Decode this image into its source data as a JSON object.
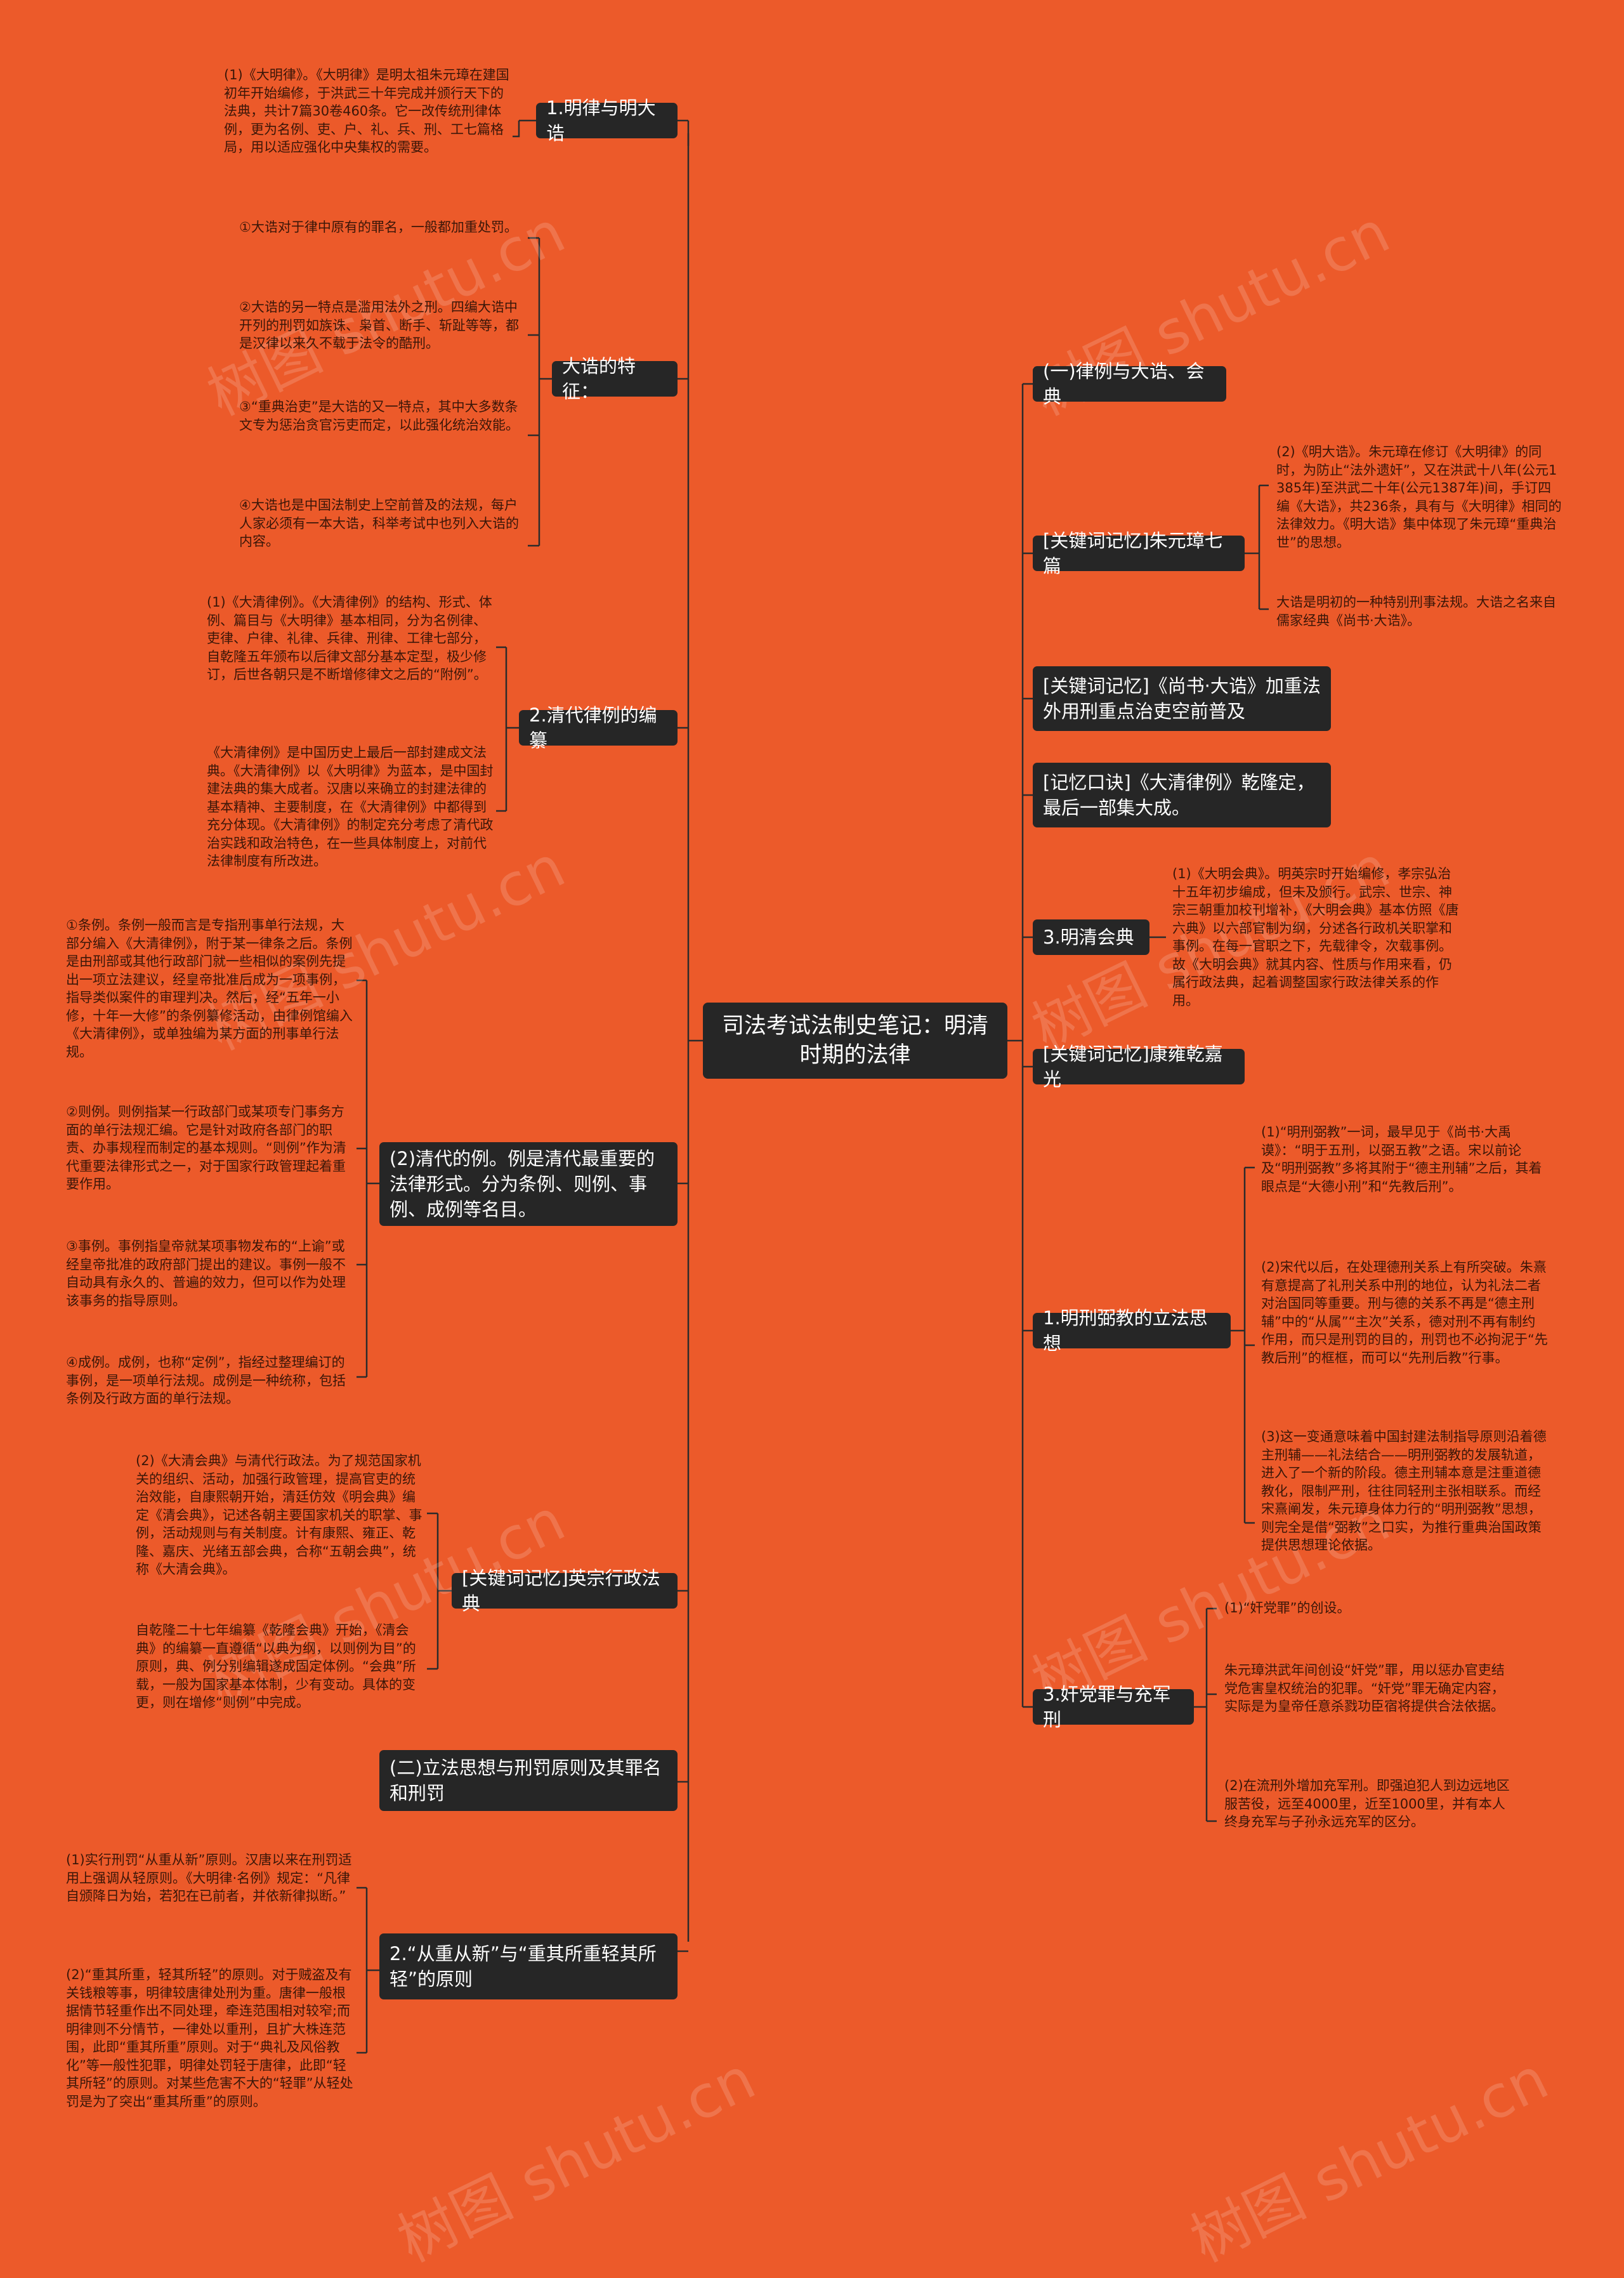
{
  "root": "司法考试法制史笔记：明清时期的法律",
  "left": {
    "branch1": {
      "label": "1.明律与明大诰",
      "text": "(1)《大明律》。《大明律》是明太祖朱元璋在建国初年开始编修，于洪武三十年完成并颁行天下的法典，共计7篇30卷460条。它一改传统刑律体例，更为名例、吏、户、礼、兵、刑、工七篇格局，用以适应强化中央集权的需要。"
    },
    "dagao": {
      "label": "大诰的特征：",
      "items": [
        "①大诰对于律中原有的罪名，一般都加重处罚。",
        "②大诰的另一特点是滥用法外之刑。四编大诰中开列的刑罚如族诛、枭首、断手、斩趾等等，都是汉律以来久不载于法令的酷刑。",
        "③“重典治吏”是大诰的又一特点，其中大多数条文专为惩治贪官污吏而定，以此强化统治效能。",
        "④大诰也是中国法制史上空前普及的法规，每户人家必须有一本大诰，科举考试中也列入大诰的内容。"
      ]
    },
    "qing": {
      "label": "2.清代律例的编纂",
      "items": [
        "(1)《大清律例》。《大清律例》的结构、形式、体例、篇目与《大明律》基本相同，分为名例律、吏律、户律、礼律、兵律、刑律、工律七部分，自乾隆五年颁布以后律文部分基本定型，极少修订，后世各朝只是不断增修律文之后的“附例”。",
        "《大清律例》是中国历史上最后一部封建成文法典。《大清律例》以《大明律》为蓝本，是中国封建法典的集大成者。汉唐以来确立的封建法律的基本精神、主要制度，在《大清律例》中都得到充分体现。《大清律例》的制定充分考虑了清代政治实践和政治特色，在一些具体制度上，对前代法律制度有所改进。"
      ]
    },
    "li": {
      "label": "(2)清代的例。例是清代最重要的法律形式。分为条例、则例、事例、成例等名目。",
      "items": [
        "①条例。条例一般而言是专指刑事单行法规，大部分编入《大清律例》，附于某一律条之后。条例是由刑部或其他行政部门就一些相似的案例先提出一项立法建议，经皇帝批准后成为一项事例，指导类似案件的审理判决。然后，经“五年一小修，十年一大修”的条例纂修活动，由律例馆编入《大清律例》，或单独编为某方面的刑事单行法规。",
        "②则例。则例指某一行政部门或某项专门事务方面的单行法规汇编。它是针对政府各部门的职责、办事规程而制定的基本规则。“则例”作为清代重要法律形式之一，对于国家行政管理起着重要作用。",
        "③事例。事例指皇帝就某项事物发布的“上谕”或经皇帝批准的政府部门提出的建议。事例一般不自动具有永久的、普遍的效力，但可以作为处理该事务的指导原则。",
        "④成例。成例，也称“定例”，指经过整理编订的事例，是一项单行法规。成例是一种统称，包括条例及行政方面的单行法规。"
      ]
    },
    "yingzong": {
      "label": "[关键词记忆]英宗行政法典",
      "items": [
        "(2)《大清会典》与清代行政法。为了规范国家机关的组织、活动，加强行政管理，提高官吏的统治效能，自康熙朝开始，清廷仿效《明会典》编定《清会典》，记述各朝主要国家机关的职掌、事例，活动规则与有关制度。计有康熙、雍正、乾隆、嘉庆、光绪五部会典，合称“五朝会典”，统称《大清会典》。",
        "自乾隆二十七年编纂《乾隆会典》开始，《清会典》的编纂一直遵循“以典为纲，以则例为目”的原则，典、例分别编辑遂成固定体例。“会典”所载，一般为国家基本体制，少有变动。具体的变更，则在增修“则例”中完成。"
      ]
    },
    "lifa": {
      "label": "(二)立法思想与刑罚原则及其罪名和刑罚"
    },
    "congzhong": {
      "label": "2.“从重从新”与“重其所重轻其所轻”的原则",
      "items": [
        "(1)实行刑罚“从重从新”原则。汉唐以来在刑罚适用上强调从轻原则。《大明律·名例》规定：“凡律自颁降日为始，若犯在已前者，并依新律拟断。”",
        "(2)“重其所重，轻其所轻”的原则。对于贼盗及有关钱粮等事，明律较唐律处刑为重。唐律一般根据情节轻重作出不同处理，牵连范围相对较窄;而明律则不分情节，一律处以重刑，且扩大株连范围，此即“重其所重”原则。对于“典礼及风俗教化”等一般性犯罪，明律处罚轻于唐律，此即“轻其所轻”的原则。对某些危害不大的“轻罪”从轻处罚是为了突出“重其所重”的原则。"
      ]
    }
  },
  "right": {
    "lvli": {
      "label": "(一)律例与大诰、会典"
    },
    "zhuyuanzhang": {
      "label": "[关键词记忆]朱元璋七篇",
      "items": [
        "(2)《明大诰》。朱元璋在修订《大明律》的同时，为防止“法外遗奸”，又在洪武十八年(公元1385年)至洪武二十年(公元1387年)间，手订四编《大诰》，共236条，具有与《大明律》相同的法律效力。《明大诰》集中体现了朱元璋“重典治世”的思想。",
        "大诰是明初的一种特别刑事法规。大诰之名来自儒家经典《尚书·大诰》。"
      ]
    },
    "shangshu": {
      "label": "[关键词记忆]《尚书·大诰》加重法外用刑重点治吏空前普及"
    },
    "koujue": {
      "label": "[记忆口诀]《大清律例》乾隆定，最后一部集大成。"
    },
    "huidian": {
      "label": "3.明清会典",
      "text": "(1)《大明会典》。明英宗时开始编修，孝宗弘治十五年初步编成，但未及颁行。武宗、世宗、神宗三朝重加校刊增补，《大明会典》基本仿照《唐六典》以六部官制为纲，分述各行政机关职掌和事例。在每一官职之下，先载律令，次载事例。故《大明会典》就其内容、性质与作用来看，仍属行政法典，起着调整国家行政法律关系的作用。"
    },
    "kangyong": {
      "label": "[关键词记忆]康雍乾嘉光"
    },
    "mingxing": {
      "label": "1.明刑弼教的立法思想",
      "items": [
        "(1)“明刑弼教”一词，最早见于《尚书·大禹谟》：“明于五刑，以弼五教”之语。宋以前论及“明刑弼教”多将其附于“德主刑辅”之后，其着眼点是“大德小刑”和“先教后刑”。",
        "(2)宋代以后，在处理德刑关系上有所突破。朱熹有意提高了礼刑关系中刑的地位，认为礼法二者对治国同等重要。刑与德的关系不再是“德主刑辅”中的“从属”“主次”关系，德对刑不再有制约作用，而只是刑罚的目的，刑罚也不必拘泥于“先教后刑”的框框，而可以“先刑后教”行事。",
        "(3)这一变通意味着中国封建法制指导原则沿着德主刑辅——礼法结合——明刑弼教的发展轨道，进入了一个新的阶段。德主刑辅本意是注重道德教化，限制严刑，往往同轻刑主张相联系。而经宋熹阐发，朱元璋身体力行的“明刑弼教”思想，则完全是借“弼教”之口实，为推行重典治国政策提供思想理论依据。"
      ]
    },
    "jiandang": {
      "label": "3.奸党罪与充军刑",
      "items": [
        "(1)“奸党罪”的创设。",
        "朱元璋洪武年间创设“奸党”罪，用以惩办官吏结党危害皇权统治的犯罪。“奸党”罪无确定内容，实际是为皇帝任意杀戮功臣宿将提供合法依据。",
        "(2)在流刑外增加充军刑。即强迫犯人到边远地区服苦役，远至4000里，近至1000里，并有本人终身充军与子孙永远充军的区分。"
      ]
    }
  },
  "watermark": "树图 shutu.cn",
  "colors": {
    "background": "#ec5a2a",
    "node": "#262626",
    "node_text": "#ffffff",
    "leaf_text": "#3a1608",
    "line": "#2b2b2b"
  }
}
